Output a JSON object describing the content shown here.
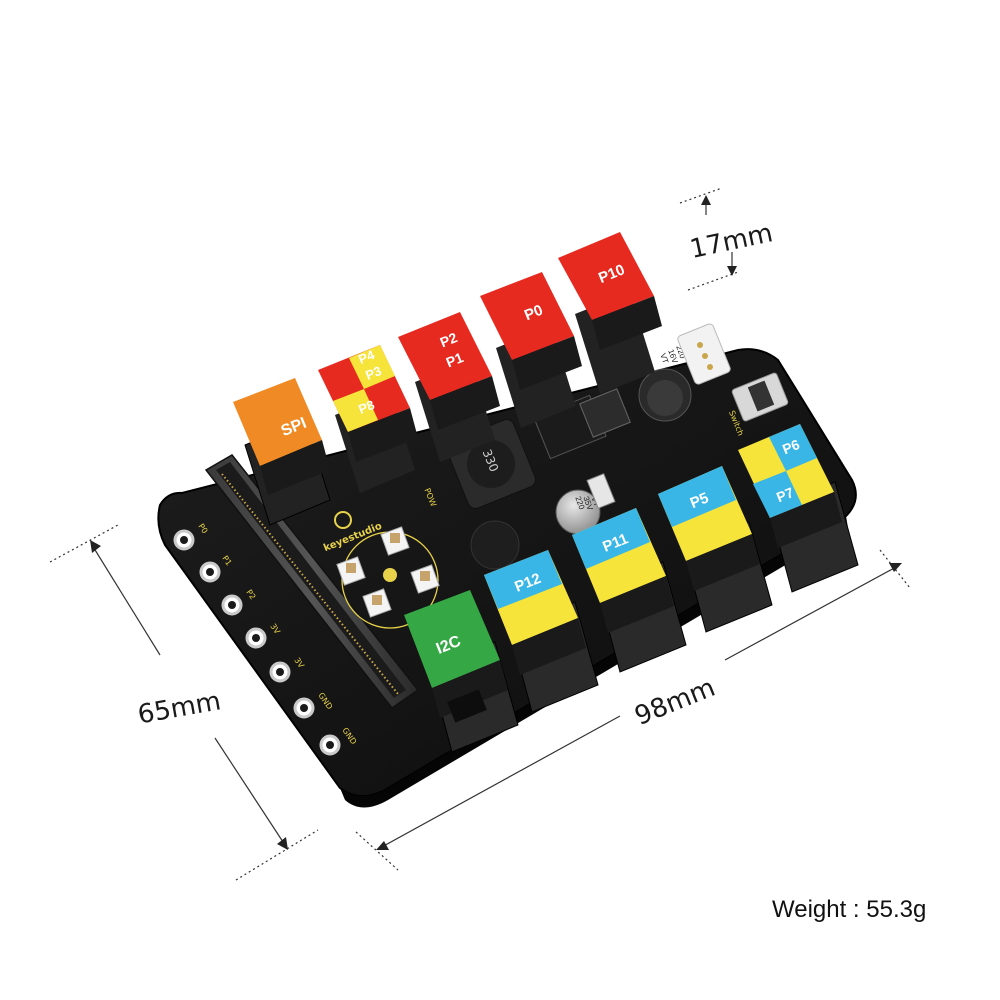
{
  "dimensions": {
    "height": "17mm",
    "width": "65mm",
    "length": "98mm"
  },
  "weight": "Weight : 55.3g",
  "board": {
    "brand": "keyestudio",
    "colors": {
      "pcb": "#141414",
      "red": "#e62a20",
      "orange": "#f08a24",
      "yellow": "#f7e43a",
      "blue": "#39b6e6",
      "green": "#35a845",
      "connector_body": "#2a2a2a"
    },
    "ports": {
      "spi": "SPI",
      "p8": "P8",
      "p3": "P3",
      "p4": "P4",
      "p2": "P2",
      "p1": "P1",
      "p0": "P0",
      "p10": "P10",
      "i2c": "I2C",
      "p12": "P12",
      "p11": "P11",
      "p5": "P5",
      "p6": "P6",
      "p7": "P7"
    },
    "edge_pins": [
      "P0",
      "P1",
      "P2",
      "3V",
      "3V",
      "GND",
      "GND"
    ],
    "inductor": "330",
    "cap_small": [
      "220",
      "35V",
      "VT"
    ],
    "cap_large": [
      "220",
      "16V",
      "VT"
    ],
    "switch": "Switch",
    "pow": "POW"
  }
}
